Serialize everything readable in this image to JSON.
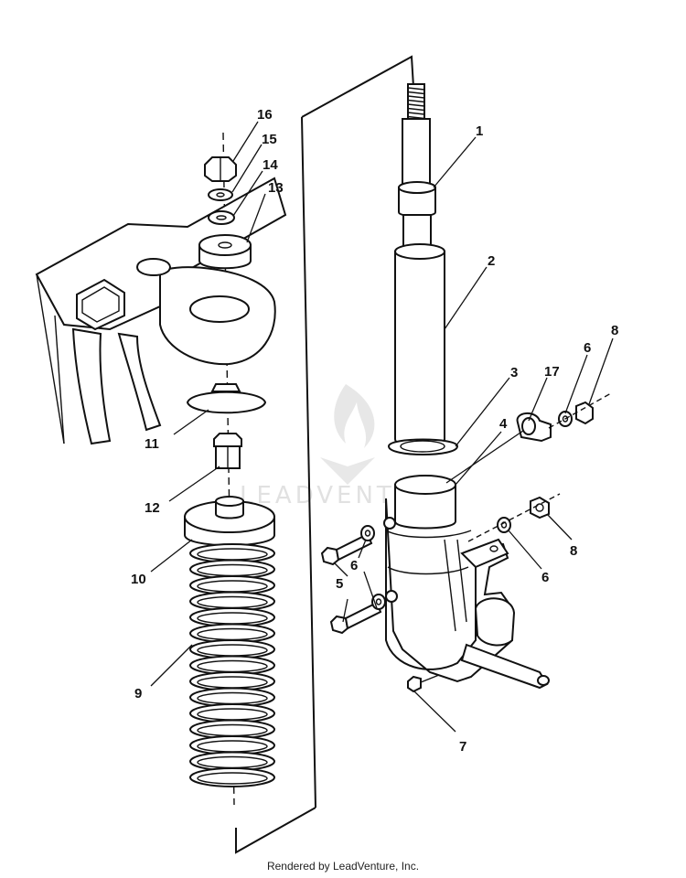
{
  "callouts": {
    "c1": "1",
    "c2": "2",
    "c3": "3",
    "c4": "4",
    "c5": "5",
    "c6a": "6",
    "c6b": "6",
    "c6c": "6",
    "c7": "7",
    "c8a": "8",
    "c8b": "8",
    "c9": "9",
    "c10": "10",
    "c11": "11",
    "c12": "12",
    "c13": "13",
    "c14": "14",
    "c15": "15",
    "c16": "16",
    "c17": "17"
  },
  "watermark": "LEADVENTURE",
  "footer": "Rendered by LeadVenture, Inc.",
  "colors": {
    "ink": "#111111",
    "paper": "#ffffff",
    "watermark": "#c9c9c9"
  }
}
